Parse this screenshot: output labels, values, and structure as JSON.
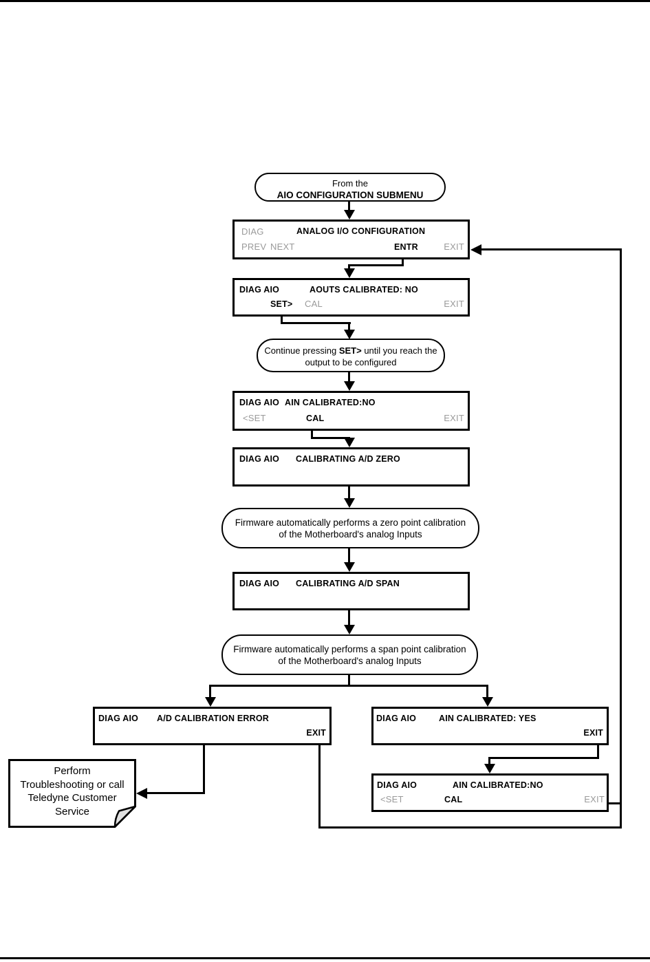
{
  "colors": {
    "active": "#000000",
    "inactive": "#9a9a9a",
    "line": "#000000",
    "fold": "#e0e0e0"
  },
  "start": {
    "line1": "From the",
    "line2": "AIO CONFIGURATION SUBMENU"
  },
  "s1": {
    "tag": "DIAG",
    "title": "ANALOG I/O CONFIGURATION",
    "prev": "PREV",
    "next": "NEXT",
    "entr": "ENTR",
    "exit": "EXIT"
  },
  "s2": {
    "tag": "DIAG AIO",
    "title": "AOUTS CALIBRATED: NO",
    "set": "SET>",
    "cal": "CAL",
    "exit": "EXIT"
  },
  "hint": {
    "pre": "Continue pressing ",
    "key": "SET>",
    "post": " until you reach the",
    "line2": "output to be configured"
  },
  "s3": {
    "tag": "DIAG AIO",
    "title": "AIN CALIBRATED:NO",
    "set": "<SET",
    "cal": "CAL",
    "exit": "EXIT"
  },
  "s4": {
    "tag": "DIAG AIO",
    "title": "CALIBRATING A/D ZERO"
  },
  "fw_zero": {
    "line1": "Firmware automatically performs a zero point calibration",
    "line2": "of the Motherboard's analog Inputs"
  },
  "s5": {
    "tag": "DIAG AIO",
    "title": "CALIBRATING A/D SPAN"
  },
  "fw_span": {
    "line1": "Firmware automatically performs a span point calibration",
    "line2": "of the Motherboard's analog Inputs"
  },
  "s6": {
    "tag": "DIAG AIO",
    "title": "A/D CALIBRATION ERROR",
    "exit": "EXIT"
  },
  "s7": {
    "tag": "DIAG AIO",
    "title": "AIN CALIBRATED: YES",
    "exit": "EXIT"
  },
  "s8": {
    "tag": "DIAG AIO",
    "title": "AIN CALIBRATED:NO",
    "set": "<SET",
    "cal": "CAL",
    "exit": "EXIT"
  },
  "note": {
    "line1": "Perform",
    "line2": "Troubleshooting or call",
    "line3": "Teledyne Customer",
    "line4": "Service"
  }
}
